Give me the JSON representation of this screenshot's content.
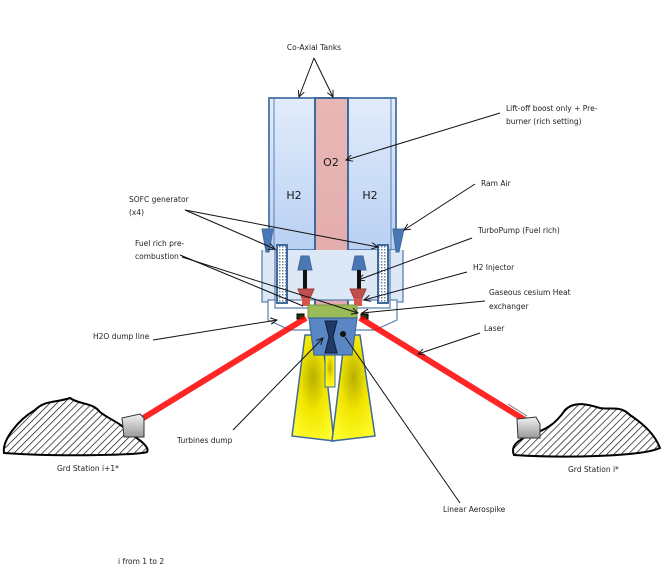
{
  "title": "Laser-powered launch vehicle diagram",
  "tanks": {
    "oxidizer": "O2",
    "fuel_left": "H2",
    "fuel_right": "H2"
  },
  "labels": {
    "coaxial_tanks": "Co-Axial Tanks",
    "liftoff_line1": "Lift-off boost only + Pre-",
    "liftoff_line2": "burner (rich setting)",
    "ram_air": "Ram Air",
    "sofc_line1": "SOFC generator",
    "sofc_line2": "(x4)",
    "fuel_rich_line1": "Fuel rich pre-",
    "fuel_rich_line2": "combustion",
    "turbopump": "TurboPump (Fuel rich)",
    "h2_injector": "H2 Injector",
    "heat_exch_line1": "Gaseous cesium Heat",
    "heat_exch_line2": "exchanger",
    "h2o_dump": "H2O dump line",
    "laser": "Laser",
    "turbines_dump": "Turbines dump",
    "linear_aerospike": "Linear Aerospike",
    "grd_left": "Grd Station i+1*",
    "grd_right": "Grd Station i*",
    "footnote": "i from 1 to 2"
  },
  "colors": {
    "tank_h2": "#c9dcf7",
    "tank_o2": "#e6b4b4",
    "outline": "#3f6a9b",
    "engine_blue": "#5b86c4",
    "injector_red": "#c0504d",
    "heat_exchanger_green": "#9bbb59",
    "nozzle_yellow": "#f2e500",
    "laser_red": "#ff0000"
  }
}
